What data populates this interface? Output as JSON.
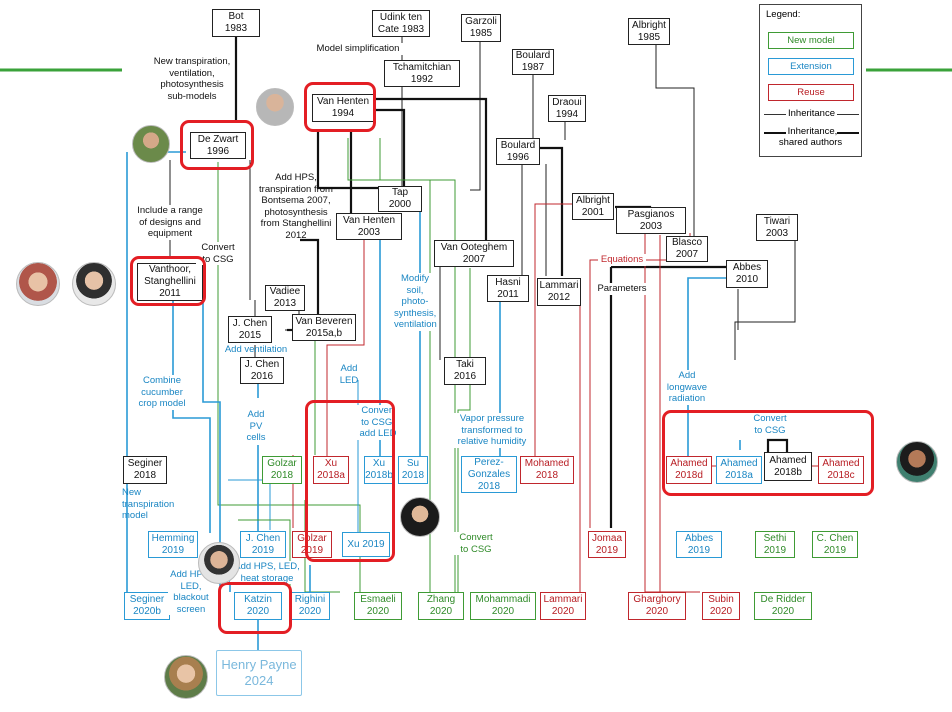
{
  "colors": {
    "new_model": "#3f9b35",
    "extension": "#2a9ad6",
    "reuse": "#c0272d",
    "highlight": "#e31e24",
    "inheritance": "#222222"
  },
  "legend": {
    "title": "Legend:",
    "new_model": "New model",
    "extension": "Extension",
    "reuse": "Reuse",
    "inheritance": "Inheritance",
    "inheritance_shared": "Inheritance,\nshared authors"
  },
  "nodes": {
    "bot": "Bot\n1983",
    "udink": "Udink ten\nCate 1983",
    "garzoli": "Garzoli\n1985",
    "albright1985": "Albright\n1985",
    "boulard1987": "Boulard\n1987",
    "tchamitchian": "Tchamitchian\n1992",
    "vanhenten1994": "Van Henten\n1994",
    "draoui": "Draoui\n1994",
    "dezwart": "De Zwart\n1996",
    "boulard1996": "Boulard\n1996",
    "tap": "Tap\n2000",
    "albright2001": "Albright\n2001",
    "pasgianos": "Pasgianos\n2003",
    "tiwari": "Tiwari\n2003",
    "vanhenten2003": "Van Henten\n2003",
    "vanooteghem": "Van Ooteghem\n2007",
    "blasco": "Blasco\n2007",
    "abbes2010": "Abbes\n2010",
    "vanthoor": "Vanthoor,\nStanghellini\n2011",
    "hasni": "Hasni\n2011",
    "lammari2012": "Lammari\n2012",
    "vadiee": "Vadiee\n2013",
    "jchen2015": "J. Chen\n2015",
    "vanbeveren": "Van Beveren\n2015a,b",
    "jchen2016": "J. Chen\n2016",
    "taki": "Taki\n2016",
    "golzar2018": "Golzar\n2018",
    "xu2018a": "Xu\n2018a",
    "xu2018b": "Xu\n2018b",
    "su2018": "Su\n2018",
    "perez": "Perez-\nGonzales\n2018",
    "mohamed": "Mohamed\n2018",
    "seginer2018": "Seginer\n2018",
    "ahamed2018d": "Ahamed\n2018d",
    "ahamed2018a": "Ahamed\n2018a",
    "ahamed2018b": "Ahamed\n2018b",
    "ahamed2018c": "Ahamed\n2018c",
    "hemming": "Hemming\n2019",
    "jchen2019": "J. Chen\n2019",
    "golzar2019": "Golzar\n2019",
    "xu2019": "Xu 2019",
    "jomaa": "Jomaa\n2019",
    "abbes2019": "Abbes\n2019",
    "sethi": "Sethi\n2019",
    "cchen": "C. Chen\n2019",
    "seginer2020b": "Seginer\n2020b",
    "katzin": "Katzin\n2020",
    "righini": "Righini\n2020",
    "esmaeli": "Esmaeli\n2020",
    "zhang": "Zhang\n2020",
    "mohammadi": "Mohammadi\n2020",
    "lammari2020": "Lammari\n2020",
    "gharghory": "Gharghory\n2020",
    "subin": "Subin\n2020",
    "deridder": "De Ridder\n2020",
    "henrypayne": "Henry Payne\n2024"
  },
  "annotations": {
    "model_simplification": "Model simplification",
    "new_transpiration": "New transpiration,\nventilation,\nphotosynthesis\nsub-models",
    "include_range": "Include a range\nof designs and\nequipment",
    "convert_csg_1": "Convert\nto CSG",
    "add_hps": "Add HPS,\ntranspiration from\nBontsema 2007,\nphotosynthesis\nfrom Stanghellini\n2012",
    "add_ventilation": "Add ventilation",
    "combine_cucumber": "Combine\ncucumber\ncrop model",
    "add_pv": "Add\nPV\ncells",
    "add_led": "Add\nLED",
    "convert_csg_led": "Convert\nto CSG,\nadd LED",
    "modify_soil": "Modify\nsoil,\nphoto-\nsynthesis,\nventilation",
    "vapor_pressure": "Vapor pressure\ntransformed to\nrelative humidity",
    "equations": "Equations",
    "parameters": "Parameters",
    "add_longwave": "Add\nlongwave\nradiation",
    "convert_csg_2": "Convert\nto CSG",
    "new_transp_model": "New\ntranspiration\nmodel",
    "add_hps_led_heat": "Add HPS, LED,\nheat storage",
    "add_hps_led_blackout": "Add HPS,\nLED,\nblackout\nscreen",
    "convert_csg_3": "Convert\nto CSG"
  },
  "portraits": [
    "portrait-van-henten",
    "portrait-de-zwart",
    "portrait-woman",
    "portrait-man-glasses",
    "portrait-xu",
    "portrait-katzin",
    "portrait-ahamed",
    "portrait-payne"
  ]
}
